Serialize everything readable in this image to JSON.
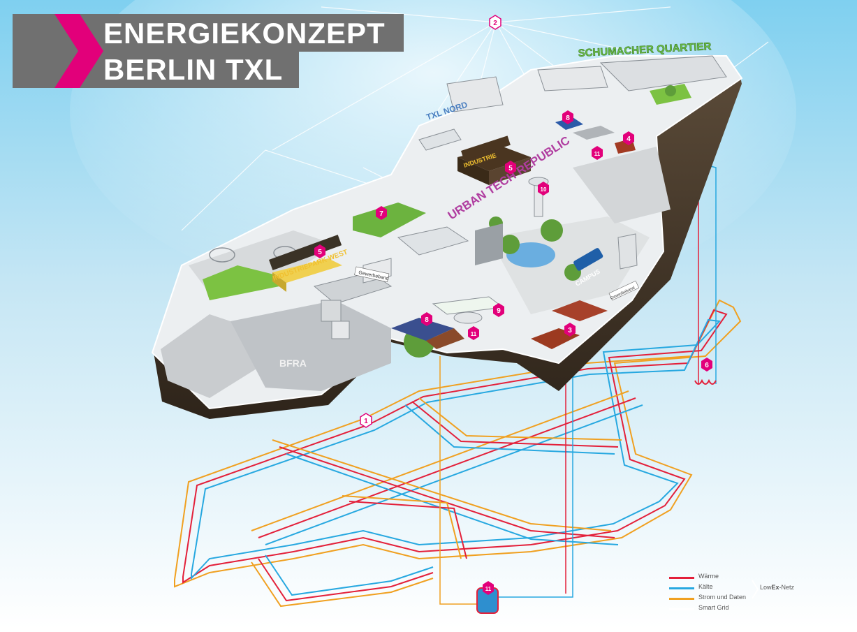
{
  "title": {
    "line1": "ENERGIEKONZEPT",
    "line2": "BERLIN TXL"
  },
  "colors": {
    "accent": "#e2007a",
    "waerme": "#e3203a",
    "kaelte": "#27a8e0",
    "strom": "#f0a020",
    "grid": "#ffffff",
    "title_bg": "#707070"
  },
  "areas": {
    "schumacher": "SCHUMACHER QUARTIER",
    "txl_nord": "TXL NORD",
    "urban_tech": "URBAN TECH REPUBLIC",
    "industriepark": "INDUSTRIEPARK WEST",
    "campus": "CAMPUS",
    "bfra": "BFRA",
    "gewerbeband1": "Gewerbeband",
    "gewerbeband2": "Gewerbeband",
    "industrie": "INDUSTRIE"
  },
  "markers": {
    "m1": "1",
    "m2": "2",
    "m3": "3",
    "m4": "4",
    "m5a": "5",
    "m5b": "5",
    "m6": "6",
    "m7": "7",
    "m8a": "8",
    "m8b": "8",
    "m9": "9",
    "m10": "10",
    "m11a": "11",
    "m11b": "11",
    "m11c": "11"
  },
  "legend": {
    "waerme": "Wärme",
    "kaelte": "Kälte",
    "strom": "Strom und Daten",
    "smart_grid": "Smart Grid",
    "lowex_prefix": "Low",
    "lowex_bold": "Ex",
    "lowex_suffix": "-Netz"
  }
}
